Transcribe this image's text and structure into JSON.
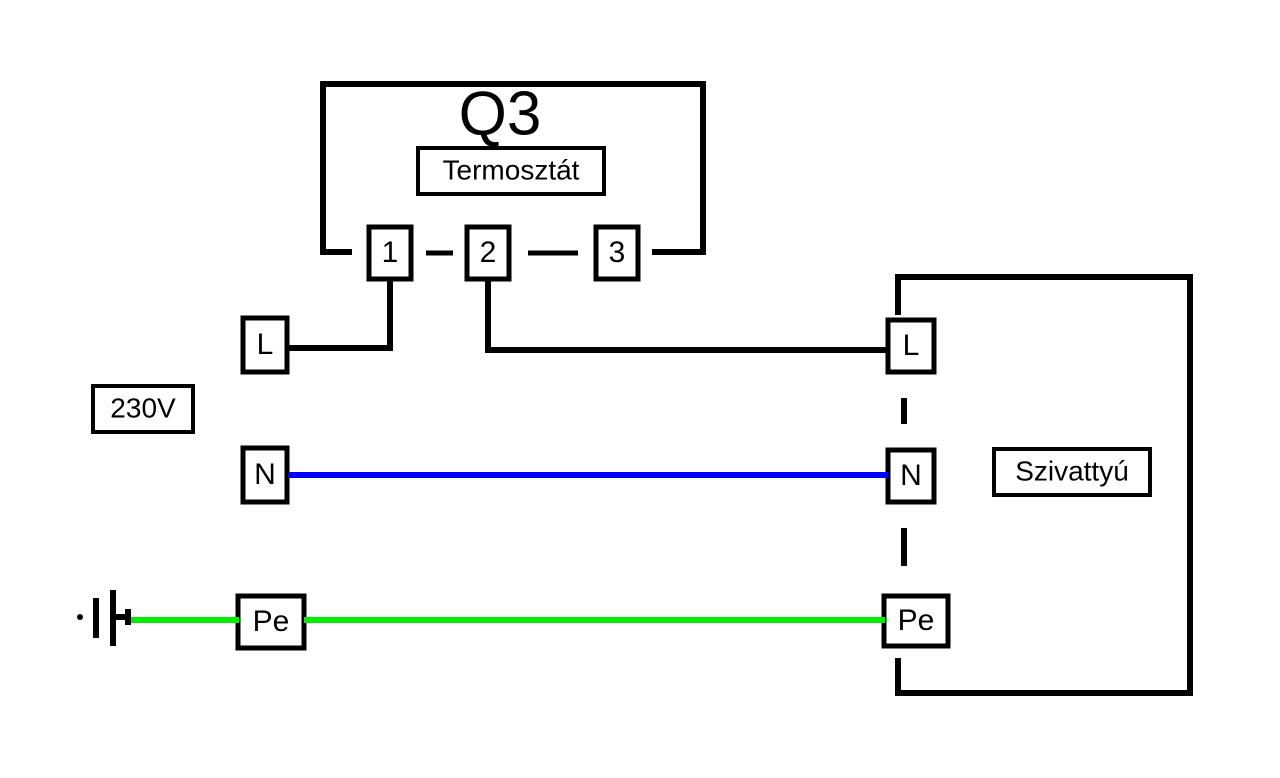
{
  "diagram": {
    "kind": "electrical-wiring-schematic",
    "language": "hu",
    "background_color": "#ffffff",
    "line_color": "#000000",
    "neutral_wire_color": "#0000ff",
    "earth_wire_color": "#00ee00",
    "supply": {
      "label": "230V",
      "terminals": {
        "line": "L",
        "neutral": "N",
        "earth": "Pe"
      }
    },
    "thermostat": {
      "designation": "Q3",
      "name": "Termosztát",
      "terminals": [
        "1",
        "2",
        "3"
      ]
    },
    "load": {
      "name": "Szivattyú",
      "terminals": {
        "line": "L",
        "neutral": "N",
        "earth": "Pe"
      }
    },
    "earth_symbol": {
      "name": "earth-ground-symbol"
    },
    "connections": [
      {
        "from": "supply.L",
        "to": "thermostat.1",
        "color": "#000000",
        "style": "solid"
      },
      {
        "from": "thermostat.1",
        "to": "thermostat.2",
        "color": "#000000",
        "style": "dash"
      },
      {
        "from": "thermostat.2",
        "to": "thermostat.3",
        "color": "#000000",
        "style": "dash"
      },
      {
        "from": "thermostat.2",
        "to": "load.L",
        "color": "#000000",
        "style": "solid"
      },
      {
        "from": "supply.N",
        "to": "load.N",
        "color": "#0000ff",
        "style": "solid"
      },
      {
        "from": "earth_symbol",
        "to": "supply.Pe",
        "color": "#00ee00",
        "style": "solid"
      },
      {
        "from": "supply.Pe",
        "to": "load.Pe",
        "color": "#00ee00",
        "style": "solid"
      }
    ]
  }
}
